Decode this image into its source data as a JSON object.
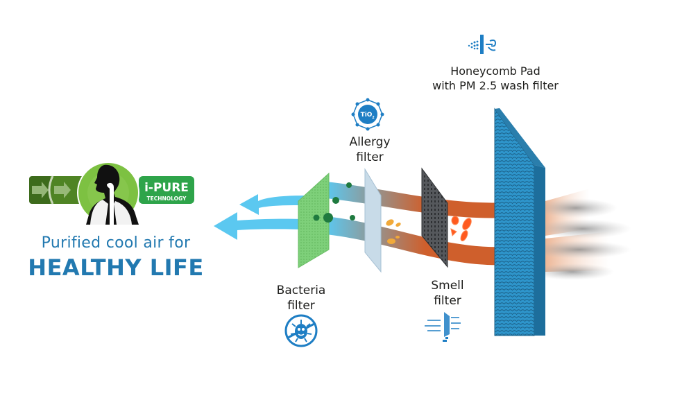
{
  "logo": {
    "brand": "i-PURE",
    "sub": "TECHNOLOGY",
    "colors": {
      "dark_green": "#3d6b1c",
      "mid_green": "#5b8f2a",
      "light_green": "#7dc142",
      "badge_green": "#2ea44a"
    }
  },
  "tagline": {
    "line1": "Purified cool air for",
    "line2": "HEALTHY LIFE",
    "color": "#2279b0"
  },
  "filters": [
    {
      "id": "bacteria",
      "label_line1": "Bacteria",
      "label_line2": "filter",
      "icon": "no-bacteria-icon",
      "panel_color": "#7ed07a"
    },
    {
      "id": "allergy",
      "label_line1": "Allergy",
      "label_line2": "filter",
      "icon": "tio2-icon",
      "icon_text": "TiO",
      "icon_subscript": "2",
      "panel_color": "#c8dbe8"
    },
    {
      "id": "smell",
      "label_line1": "Smell",
      "label_line2": "filter",
      "icon": "airflow-mesh-icon",
      "panel_color": "#4a4d52"
    },
    {
      "id": "honeycomb",
      "label_line1": "Honeycomb Pad",
      "label_line2": "with PM 2.5 wash filter",
      "icon": "wash-spray-icon",
      "panel_color": "#2a8fc4"
    }
  ],
  "colors": {
    "clean_air": "#5bc8f0",
    "dirty_air": "#cf5f2c",
    "icon_blue": "#1e7ec4",
    "text_dark": "#1d1d1b"
  }
}
